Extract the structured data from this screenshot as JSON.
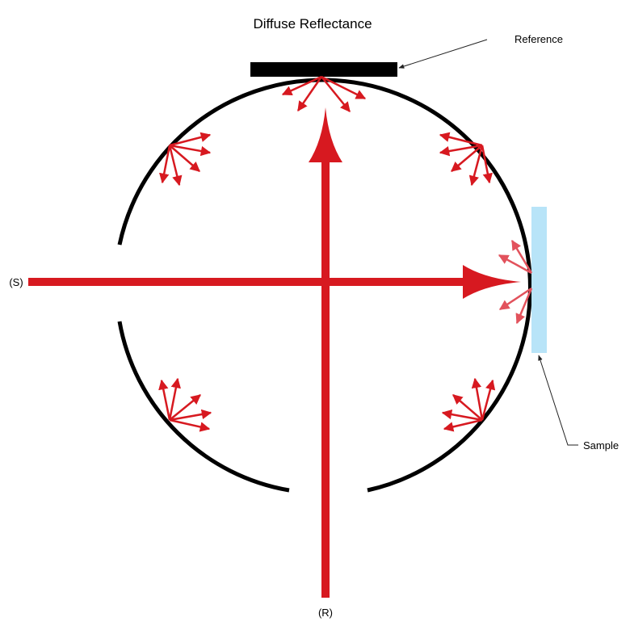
{
  "title": "Diffuse Reflectance",
  "labels": {
    "reference": "Reference",
    "sample": "Sample",
    "source_port": "(S)",
    "reference_port": "(R)"
  },
  "colors": {
    "beam": "#d71920",
    "scatter_light": "#e2525c",
    "sphere": "#000000",
    "sample": "#b8e4f8",
    "reference": "#000000"
  }
}
